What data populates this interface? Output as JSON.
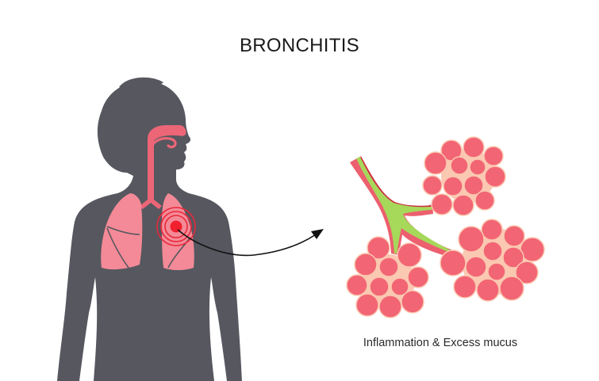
{
  "title": "BRONCHITIS",
  "caption": "Inflammation & Excess mucus",
  "colors": {
    "silhouette": "#56575f",
    "airway": "#ec6677",
    "lung": "#f48a97",
    "lung_lobe_line": "#56575f",
    "target": "#f0202e",
    "target_rings": "#e8283a",
    "alveoli": "#f26574",
    "alveoli_outline": "#fbc7b0",
    "alveoli_fill_bg": "#fbc8b2",
    "bronchus_wall": "#ec5f6e",
    "bronchus_dark": "#c8303f",
    "mucus": "#a6d85a",
    "arrow": "#111111"
  },
  "figure": {
    "left": "human-silhouette-with-respiratory-system",
    "right": "bronchiole-and-alveoli-clusters",
    "connector": "curved-arrow"
  }
}
